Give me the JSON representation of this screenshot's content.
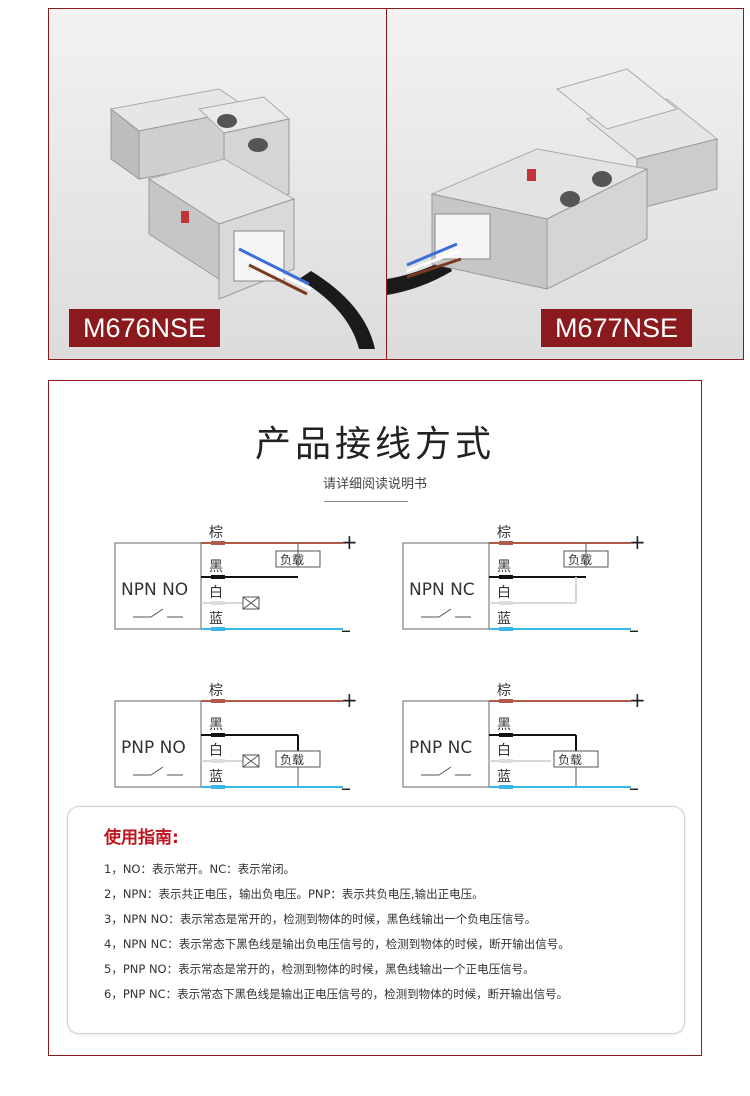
{
  "products": [
    {
      "model": "M676NSE"
    },
    {
      "model": "M677NSE"
    }
  ],
  "wiring": {
    "title": "产品接线方式",
    "subtitle": "请详细阅读说明书",
    "wire_labels": {
      "brown": "棕",
      "black": "黑",
      "white": "白",
      "blue": "蓝"
    },
    "load_label": "负载",
    "plus": "+",
    "minus": "–",
    "diagrams": [
      {
        "mode": "NPN NO"
      },
      {
        "mode": "NPN NC"
      },
      {
        "mode": "PNP NO"
      },
      {
        "mode": "PNP NC"
      }
    ],
    "colors": {
      "brown": "#b05a4a",
      "black": "#111111",
      "white": "#d8d8d8",
      "blue": "#38b6e6",
      "accent": "#8a1a1e"
    }
  },
  "guide": {
    "title": "使用指南:",
    "notes": [
      "1，NO：表示常开。NC：表示常闭。",
      "2，NPN：表示共正电压，输出负电压。PNP：表示共负电压,输出正电压。",
      "3，NPN NO：表示常态是常开的，检测到物体的时候，黑色线输出一个负电压信号。",
      "4，NPN NC：表示常态下黑色线是输出负电压信号的，检测到物体的时候，断开输出信号。",
      "5，PNP NO：表示常态是常开的，检测到物体的时候，黑色线输出一个正电压信号。",
      "6，PNP NC：表示常态下黑色线是输出正电压信号的，检测到物体的时候，断开输出信号。"
    ]
  }
}
